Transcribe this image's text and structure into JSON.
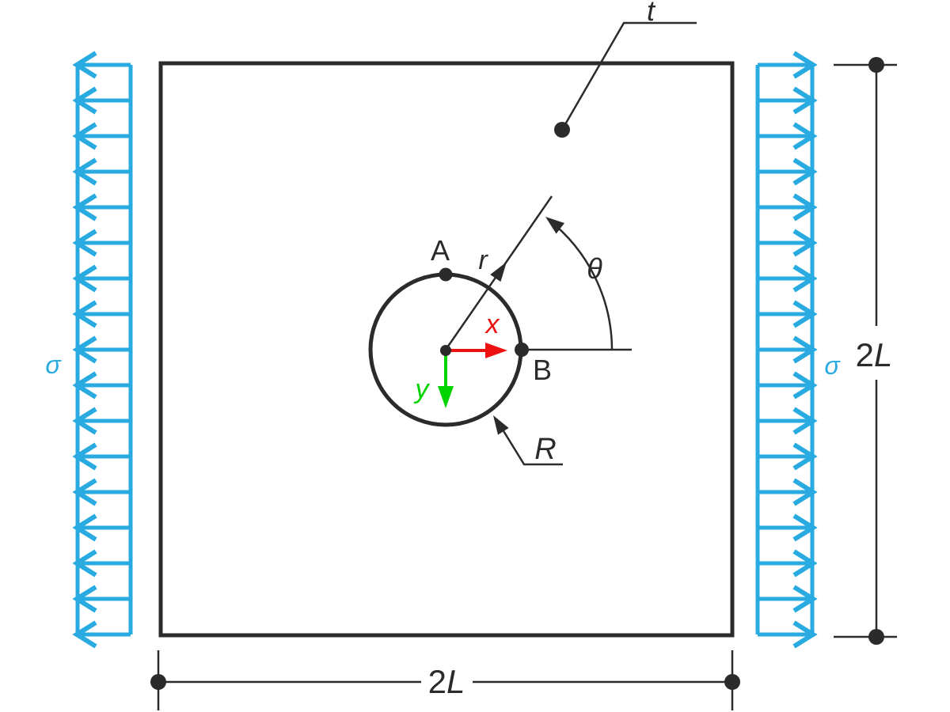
{
  "diagram": {
    "kind": "plate-with-circular-hole-under-uniaxial-tension",
    "labels": {
      "thickness": "t",
      "stress_left": "σ",
      "stress_right": "σ",
      "point_a": "A",
      "point_b": "B",
      "axis_x": "x",
      "axis_y": "y",
      "radial_coord": "r",
      "angle_coord": "θ",
      "hole_radius": "R",
      "dim_bottom": {
        "num": "2",
        "letter": "L"
      },
      "dim_right": {
        "num": "2",
        "letter": "L"
      }
    },
    "colors": {
      "line_dark": "#2b2b2b",
      "load_cyan": "#29abe2",
      "axis_x_red": "#ee1111",
      "axis_y_green": "#00d400"
    },
    "loads": {
      "left": {
        "count": 17,
        "direction": "left"
      },
      "right": {
        "count": 17,
        "direction": "right"
      }
    }
  }
}
